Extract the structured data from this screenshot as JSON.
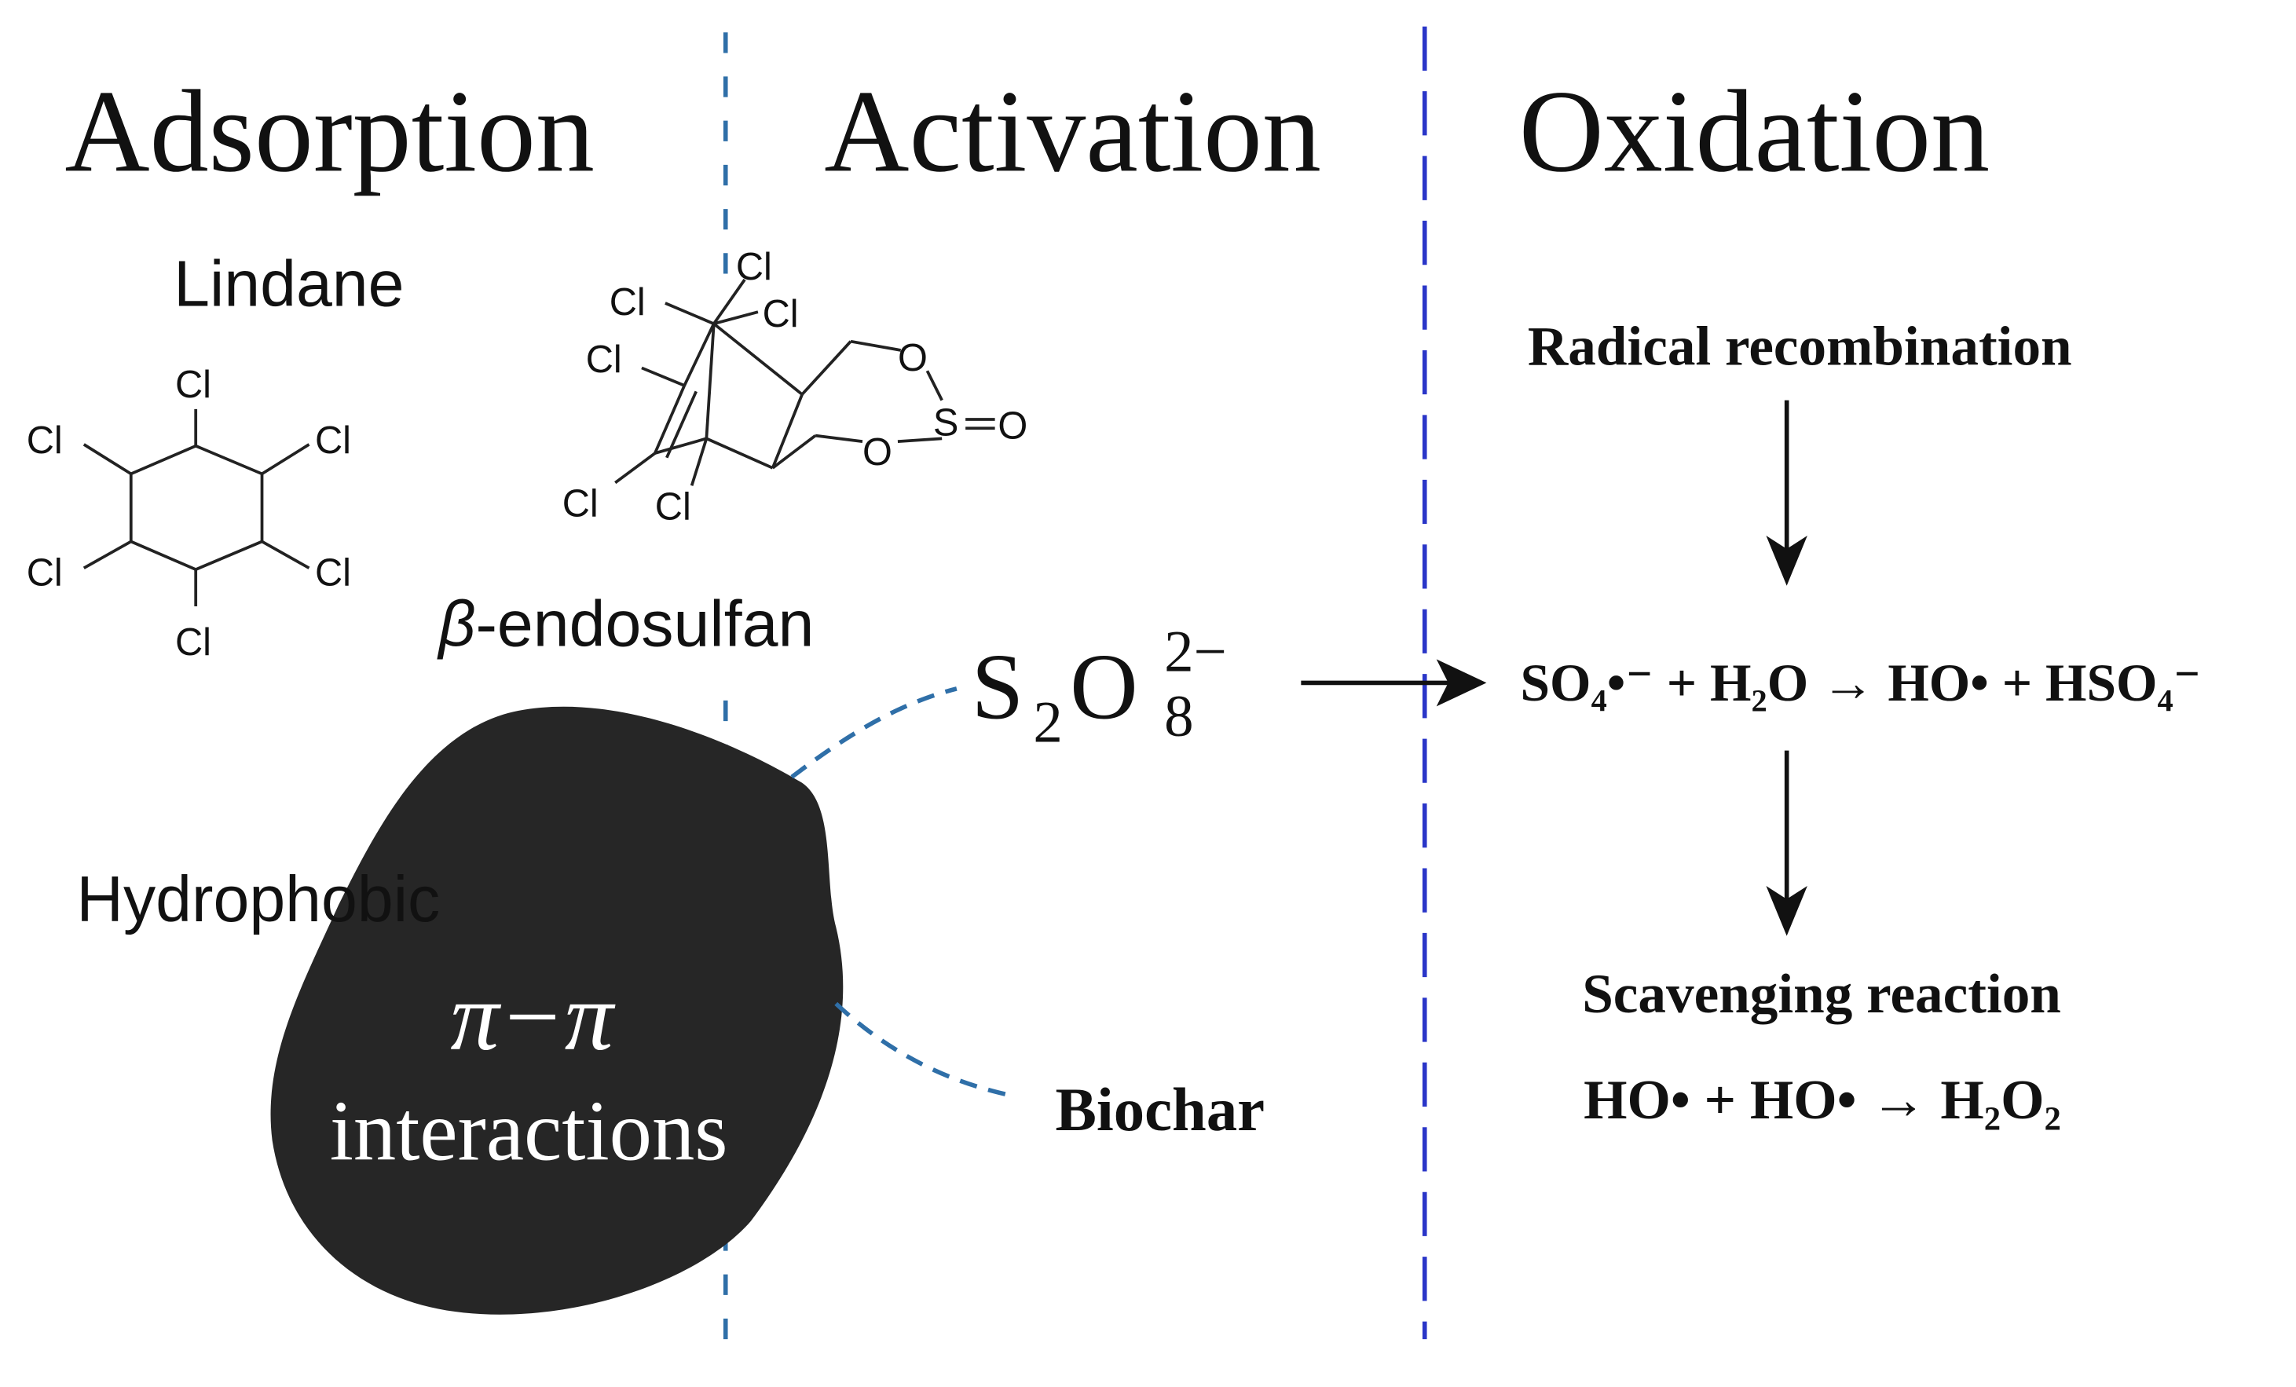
{
  "sections": {
    "adsorption": "Adsorption",
    "activation": "Activation",
    "oxidation": "Oxidation"
  },
  "molecules": {
    "lindane": "Lindane",
    "endosulfan_prefix": "β",
    "endosulfan_suffix": "-endosulfan",
    "cl": "Cl",
    "o": "O",
    "s": "S"
  },
  "persulfate": {
    "base_s": "S",
    "sub_s": "2",
    "base_o": "O",
    "sub_o": "8",
    "sup": "2−"
  },
  "biochar": {
    "hydrophobic": "Hydrophobic",
    "pi_pi": "π−π",
    "interactions": "interactions",
    "label": "Biochar"
  },
  "oxidation": {
    "radical_recombination": "Radical recombination",
    "reaction_main": "SO₄•⁻ + H₂O → HO• + HSO₄⁻",
    "scavenging": "Scavenging reaction",
    "reaction_scavenging": "HO• + HO• → H₂O₂"
  },
  "colors": {
    "divider_blue_light": "#2f6fa8",
    "divider_blue_dark": "#2a36c8",
    "biochar_fill": "#262626",
    "dashed_link": "#2f6fa8"
  }
}
